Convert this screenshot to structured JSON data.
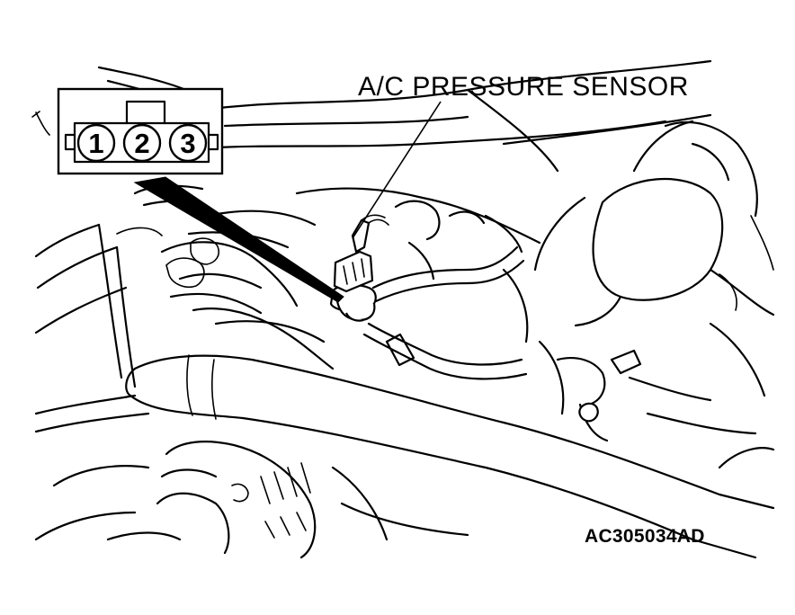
{
  "diagram": {
    "callout_label": "A/C PRESSURE SENSOR",
    "figure_code": "AC305034AD",
    "connector": {
      "pins": [
        "1",
        "2",
        "3"
      ]
    }
  }
}
